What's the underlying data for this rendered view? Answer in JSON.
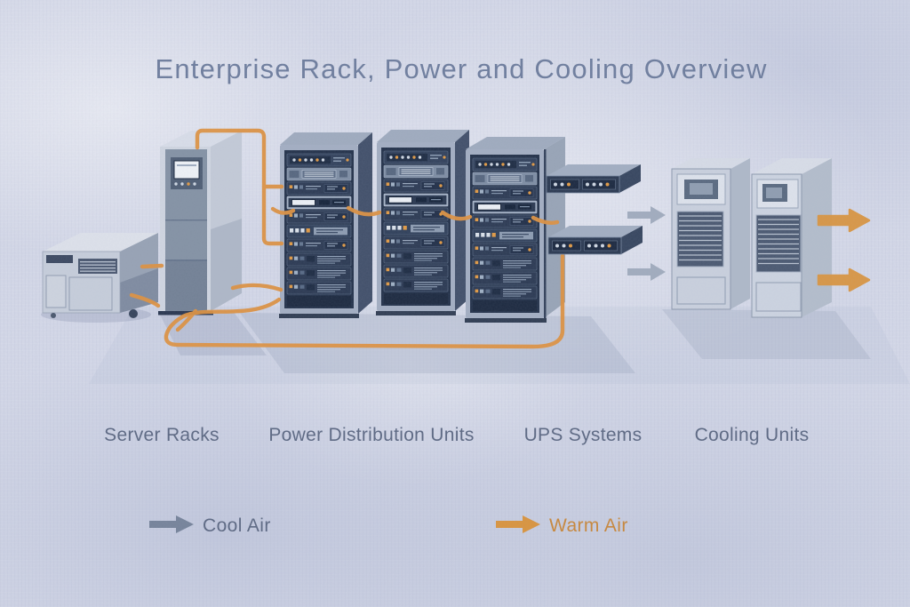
{
  "title": "Enterprise Rack, Power and Cooling Overview",
  "category_labels": [
    {
      "id": "server-racks",
      "label": "Server Racks"
    },
    {
      "id": "power-distribution-units",
      "label": "Power Distribution Units"
    },
    {
      "id": "ups-systems",
      "label": "UPS Systems"
    },
    {
      "id": "cooling-units",
      "label": "Cooling Units"
    }
  ],
  "legend": {
    "cool_label": "Cool Air",
    "warm_label": "Warm Air"
  },
  "icons": {
    "cool_air_arrow": "right-arrow",
    "warm_air_arrow": "right-arrow"
  },
  "colors": {
    "background": "#d3d7e7",
    "title_text": "#6e7d9d",
    "label_text": "#5c6882",
    "legend_cool_arrow": "#76839a",
    "diagram_cool_arrow": "#9aa6b8",
    "warm_arrow": "#d9943f",
    "warm_text": "#c8873b",
    "cable_orange": "#dd9242",
    "rack_dark": "#24324a",
    "metal_light": "#c7cedb",
    "led_orange": "#e09a45"
  }
}
